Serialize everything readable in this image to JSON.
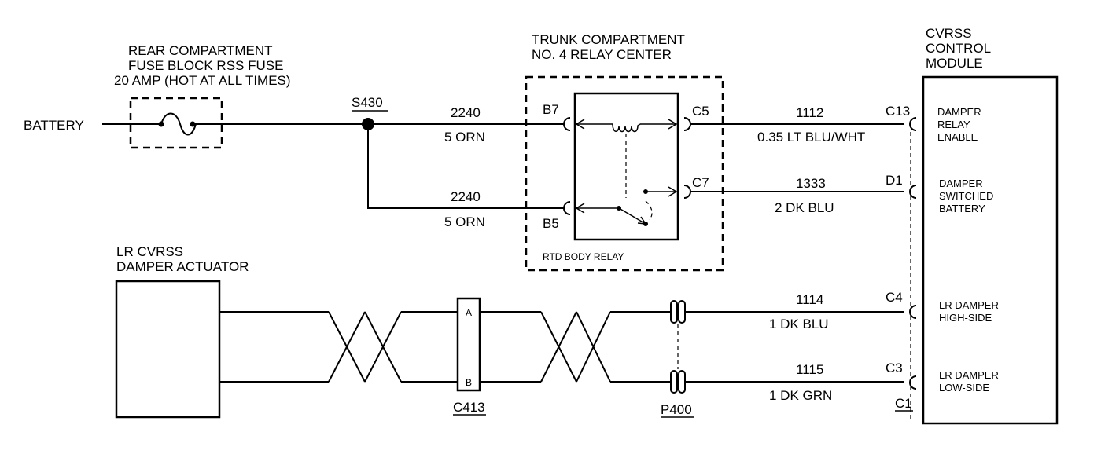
{
  "battery_label": "BATTERY",
  "fuse_block": {
    "line1": "REAR COMPARTMENT",
    "line2": "FUSE BLOCK RSS FUSE",
    "line3": "20 AMP (HOT AT ALL TIMES)"
  },
  "splice_label": "S430",
  "relay_center": {
    "line1": "TRUNK COMPARTMENT",
    "line2": "NO. 4 RELAY CENTER",
    "relay_name": "RTD BODY RELAY",
    "pins": {
      "b7": "B7",
      "b5": "B5",
      "c5": "C5",
      "c7": "C7"
    }
  },
  "module": {
    "line1": "CVRSS",
    "line2": "CONTROL",
    "line3": "MODULE",
    "pins": {
      "c13": "C13",
      "d1": "D1",
      "c4": "C4",
      "c3": "C3",
      "c1": "C1"
    },
    "functions": {
      "f1": [
        "DAMPER",
        "RELAY",
        "ENABLE"
      ],
      "f2": [
        "DAMPER",
        "SWITCHED",
        "BATTERY"
      ],
      "f3": [
        "LR DAMPER",
        "HIGH-SIDE"
      ],
      "f4": [
        "LR DAMPER",
        "LOW-SIDE"
      ]
    }
  },
  "actuator": {
    "line1": "LR CVRSS",
    "line2": "DAMPER ACTUATOR"
  },
  "connectors": {
    "c413": "C413",
    "c413_a": "A",
    "c413_b": "B",
    "p400": "P400"
  },
  "wires": {
    "w_b7": {
      "circuit": "2240",
      "spec": "5 ORN"
    },
    "w_b5": {
      "circuit": "2240",
      "spec": "5 ORN"
    },
    "w_c13": {
      "circuit": "1112",
      "spec": "0.35 LT BLU/WHT"
    },
    "w_d1": {
      "circuit": "1333",
      "spec": "2 DK BLU"
    },
    "w_c4": {
      "circuit": "1114",
      "spec": "1 DK BLU"
    },
    "w_c3": {
      "circuit": "1115",
      "spec": "1 DK GRN"
    }
  }
}
